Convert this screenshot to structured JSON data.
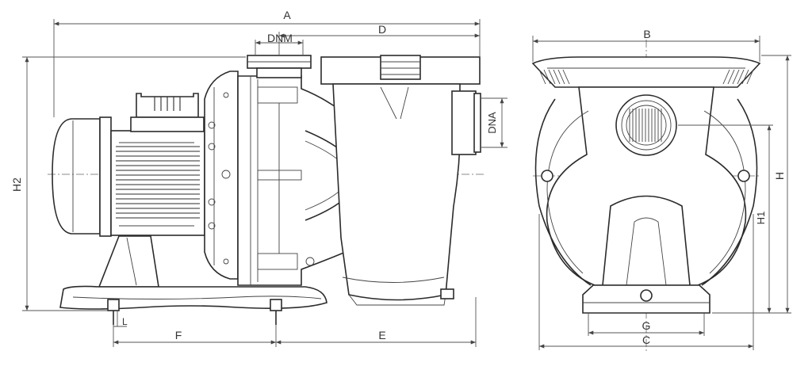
{
  "dimension_labels": {
    "A": "A",
    "D": "D",
    "DNM": "DNM",
    "DNA": "DNA",
    "H2": "H2",
    "F": "F",
    "E": "E",
    "L": "L",
    "B": "B",
    "H": "H",
    "H1": "H1",
    "G": "G",
    "C": "C"
  },
  "colors": {
    "line": "#2b2b2b",
    "text": "#333333",
    "background": "#ffffff"
  }
}
